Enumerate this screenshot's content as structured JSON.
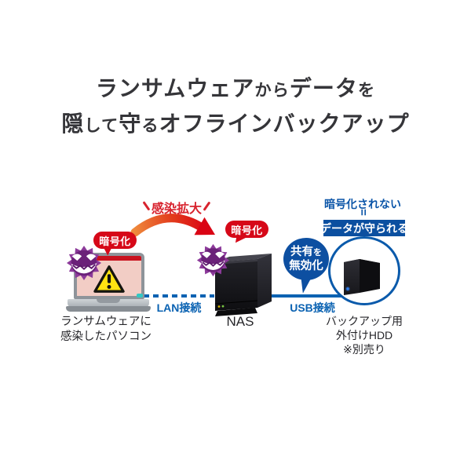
{
  "title": {
    "line1_segments": [
      {
        "text": "ランサムウェア",
        "small": false
      },
      {
        "text": "から",
        "small": true
      },
      {
        "text": "データ",
        "small": false
      },
      {
        "text": "を",
        "small": true
      }
    ],
    "line2_segments": [
      {
        "text": "隠",
        "small": false
      },
      {
        "text": "して",
        "small": true
      },
      {
        "text": "守",
        "small": false
      },
      {
        "text": "る",
        "small": true
      },
      {
        "text": "オフラインバックアップ",
        "small": false
      }
    ]
  },
  "diagram": {
    "infection_label": "感染拡大",
    "laptop": {
      "bubble": "暗号化",
      "caption_line1": "ランサムウェアに",
      "caption_line2": "感染したパソコン"
    },
    "nas": {
      "bubble": "暗号化",
      "caption": "NAS"
    },
    "lan_label": "LAN接続",
    "usb_label": "USB接続",
    "share_bubble": {
      "line1_segments": [
        {
          "text": "共有",
          "small": false
        },
        {
          "text": "を",
          "small": true
        }
      ],
      "line2": "無効化"
    },
    "hdd": {
      "not_encrypted_label": "暗号化されない",
      "equals_symbol": "=",
      "protected_label": "データが守られる",
      "caption_line1": "バックアップ用",
      "caption_line2": "外付けHDD",
      "caption_line3": "※別売り"
    }
  },
  "colors": {
    "red_bubble": "#d60818",
    "red_label": "#d8232e",
    "blue_fill": "#0d4fa1",
    "blue_line": "#0a62b2",
    "title_text": "#353539",
    "caption_text": "#26262a",
    "virus_purple": "#8c3a9a",
    "warning_yellow": "#ffe312"
  }
}
